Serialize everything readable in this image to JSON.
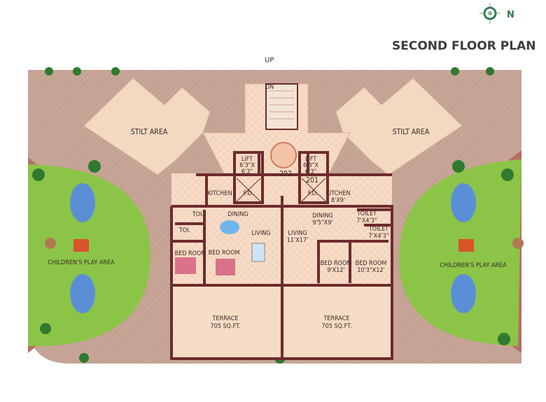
{
  "title": "SECOND FLOOR PLAN",
  "compass": {
    "label": "N",
    "icon": "compass-icon"
  },
  "up_label": "UP",
  "stair_label": "DN",
  "colors": {
    "paving": "#c7a597",
    "stilt": "#f2d9c0",
    "garden": "#8cc447",
    "wall": "#6e2b2e",
    "terrace": "#f5dcc4",
    "title": "#3d3d3d"
  },
  "stilt_areas": [
    "STILT AREA",
    "STILT AREA"
  ],
  "play_areas": [
    "CHILDREN'S PLAY AREA",
    "CHILDREN'S PLAY AREA"
  ],
  "lobby": {
    "lift_left": [
      "LIFT",
      "6'3\"X",
      "6'3\""
    ],
    "lift_right": [
      "LIFT",
      "6'3\"X",
      "6'3\""
    ],
    "flat_left": "202",
    "flat_right": "201",
    "fd": "F.D."
  },
  "flat_202": {
    "kitchen": "KITCHEN",
    "dining": "DINING",
    "living": "LIVING",
    "toilet1": "TOI.",
    "toilet2": "TOI.",
    "bedroom1": "BED ROOM",
    "bedroom2": "BED ROOM",
    "terrace": "TERRACE",
    "terrace_area": "705 SQ.FT."
  },
  "flat_201": {
    "kitchen": "KITCHEN",
    "kitchen_size": "8'X9'",
    "dining": "DINING",
    "dining_size": "9'5\"X9'",
    "living": "LIVING",
    "living_size": "11'X17'",
    "toilet1": "TOILET",
    "toilet1_size": "7'X4'3\"",
    "toilet2": "TOILET",
    "toilet2_size": "7'X4'3\"",
    "bedroom1": "BED ROOM",
    "bedroom1_size": "9'X12'",
    "bedroom2": "BED ROOM",
    "bedroom2_size": "10'3\"X12'",
    "terrace": "TERRACE",
    "terrace_area": "705 SQ.FT."
  }
}
